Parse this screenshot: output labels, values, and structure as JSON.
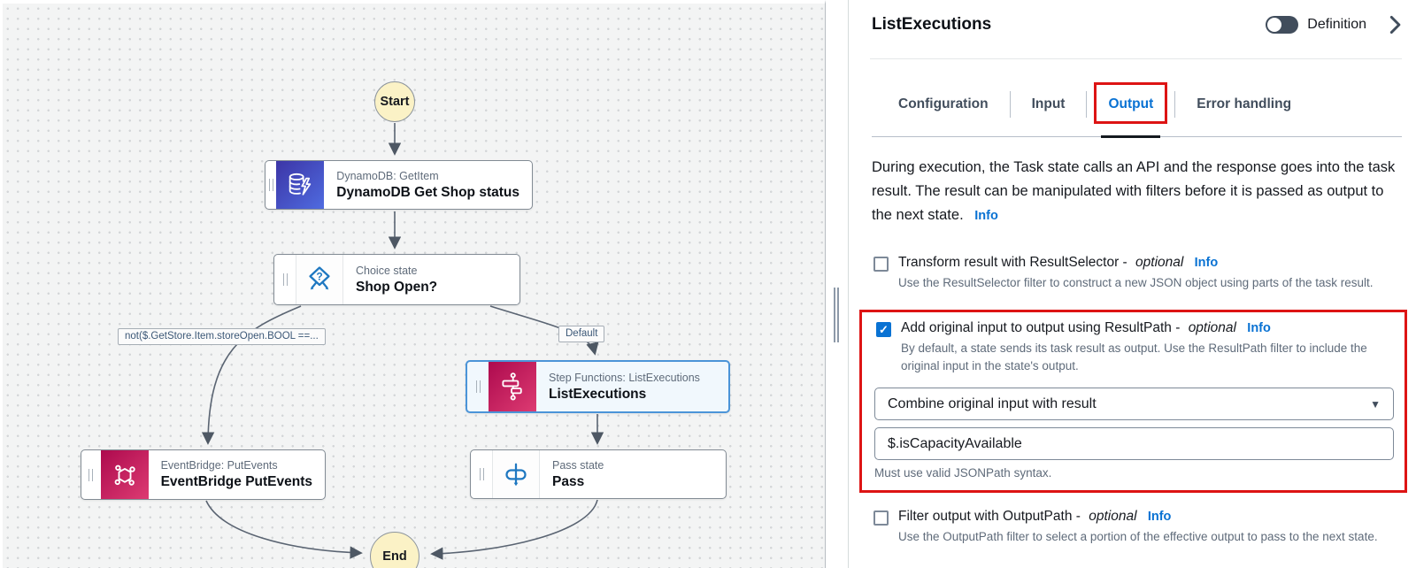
{
  "canvas": {
    "start": "Start",
    "end": "End",
    "nodes": [
      {
        "type": "DynamoDB: GetItem",
        "name": "DynamoDB Get Shop status"
      },
      {
        "type": "Choice state",
        "name": "Shop Open?"
      },
      {
        "type": "Step Functions: ListExecutions",
        "name": "ListExecutions"
      },
      {
        "type": "EventBridge: PutEvents",
        "name": "EventBridge PutEvents"
      },
      {
        "type": "Pass state",
        "name": "Pass"
      }
    ],
    "edge_labels": {
      "condition": "not($.GetStore.Item.storeOpen.BOOL ==...",
      "default": "Default"
    }
  },
  "panel": {
    "title": "ListExecutions",
    "definition_label": "Definition",
    "tabs": [
      {
        "label": "Configuration"
      },
      {
        "label": "Input"
      },
      {
        "label": "Output"
      },
      {
        "label": "Error handling"
      }
    ],
    "active_tab": "Output",
    "info_label": "Info",
    "check_glyph": "✓",
    "caret_glyph": "▼",
    "intro": "During execution, the Task state calls an API and the response goes into the task result. The result can be manipulated with filters before it is passed as output to the next state.",
    "result_selector": {
      "label": "Transform result with ResultSelector -",
      "optional": "optional",
      "description": "Use the ResultSelector filter to construct a new JSON object using parts of the task result."
    },
    "result_path": {
      "label": "Add original input to output using ResultPath -",
      "optional": "optional",
      "description": "By default, a state sends its task result as output. Use the ResultPath filter to include the original input in the state's output.",
      "select_value": "Combine original input with result",
      "input_value": "$.isCapacityAvailable",
      "helper": "Must use valid JSONPath syntax."
    },
    "output_path": {
      "label": "Filter output with OutputPath -",
      "optional": "optional",
      "description": "Use the OutputPath filter to select a portion of the effective output to pass to the next state."
    },
    "colors": {
      "accent": "#0972d3",
      "annotation": "#dd1414"
    }
  }
}
